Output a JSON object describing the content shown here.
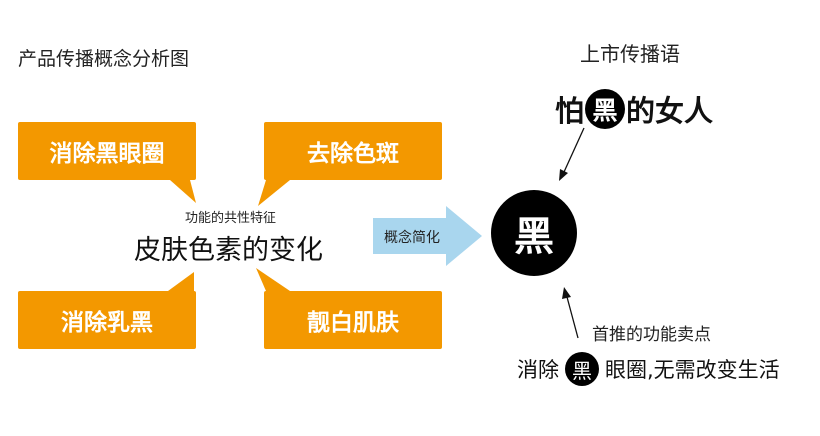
{
  "title": "产品传播概念分析图",
  "colors": {
    "orange": "#F39800",
    "arrow_blue": "#A9D6EE",
    "black": "#000000"
  },
  "callouts": [
    {
      "label": "消除黑眼圈"
    },
    {
      "label": "去除色斑"
    },
    {
      "label": "消除乳黑"
    },
    {
      "label": "靓白肌肤"
    }
  ],
  "center": {
    "small_label": "功能的共性特征",
    "big_label": "皮肤色素的变化"
  },
  "simplify_arrow": {
    "label": "概念简化"
  },
  "core": {
    "char": "黑"
  },
  "right": {
    "title": "上市传播语",
    "slogan": {
      "before": "怕",
      "highlight": "黑",
      "after": "的女人"
    },
    "selling_point_label": "首推的功能卖点",
    "bottom": {
      "before": "消除",
      "highlight": "黑",
      "after": "眼圈,无需改变生活"
    }
  }
}
